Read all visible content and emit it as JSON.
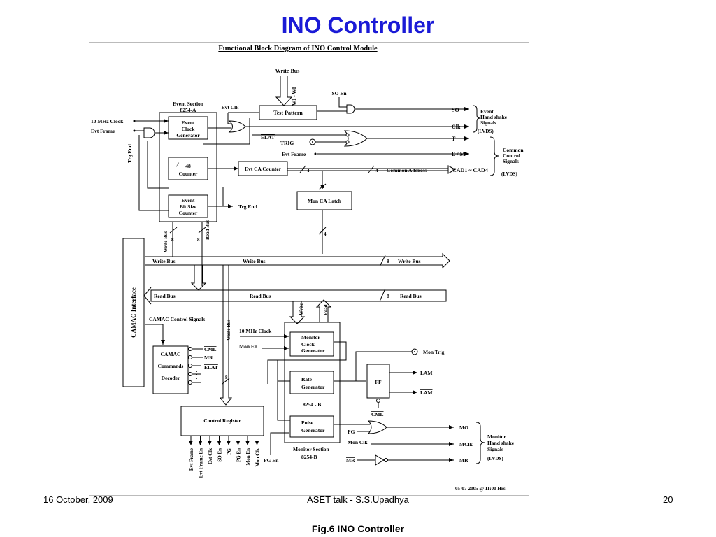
{
  "slide": {
    "title": "INO Controller",
    "footer_date": "16 October, 2009",
    "footer_talk": "ASET talk -  S.S.Upadhya",
    "footer_page": "20",
    "caption": "Fig.6  INO Controller"
  },
  "diagram": {
    "heading": "Functional  Block  Diagram  of  INO  Control  Module",
    "date_stamp": "05-07-2005  @  11:00  Hrs.",
    "blocks": {
      "test_pattern": "Test Pattern",
      "event_clock_gen": [
        "Event",
        "Clock",
        "Generator"
      ],
      "counter48_line1": "48",
      "counter48_line2": "Counter",
      "evt_ca_counter": "Evt CA Counter",
      "event_bit_size": [
        "Event",
        "Bit  Size",
        "Counter"
      ],
      "mon_ca_latch": "Mon  CA  Latch",
      "camac_interface": "CAMAC  Interface",
      "camac_decoder": [
        "CAMAC",
        "Commands",
        "Decoder"
      ],
      "control_register": "Control  Register",
      "monitor_clock_gen": [
        "Monitor",
        "Clock",
        "Generator"
      ],
      "rate_generator": [
        "Rate",
        "Generator"
      ],
      "pulse_generator": [
        "Pulse",
        "Generator"
      ],
      "ff": "FF"
    },
    "labels": {
      "write_bus_top": "Write Bus",
      "w1_w8": "W1 - W8",
      "so_en": "SO En",
      "event_section": "Event Section",
      "event_section_chip": "8254-A",
      "evt_clk": "Evt  Clk",
      "clock_10mhz": "10 MHz  Clock",
      "evt_frame": "Evt  Frame",
      "trg_end_vertical": "Trg  End",
      "elat": "ELAT",
      "trig": "TRIG",
      "evt_frame_mid": "Evt Frame",
      "bus_width_4": "4",
      "common_address": "Common Address",
      "trg_end": "Trg  End",
      "so": "SO",
      "clk": "Clk",
      "t": "T",
      "e_m": "E / M",
      "cad": "CAD1 ~ CAD4",
      "event_handshake": [
        "Event",
        "Hand shake",
        "Signals"
      ],
      "lvds": "(LVDS)",
      "common_control": [
        "Common",
        "Control",
        "Signals"
      ],
      "write_bus_v": "Write Bus",
      "read_bus_v": "Read Bus",
      "num_8": "8",
      "write_bus": "Write Bus",
      "read_bus": "Read Bus",
      "camac_control_signals": "CAMAC Control Signals",
      "write_v": "Write",
      "read_v": "Read",
      "cml": "CML",
      "mr": "MR",
      "elat2": "ELAT",
      "mon_en": "Mon En",
      "chip_8254b": "8254 - B",
      "mon_trig": "Mon Trig",
      "lam": "LAM",
      "pg": "PG",
      "mon_clk": "Mon Clk",
      "mo": "MO",
      "mclk": "MClk",
      "monitor_handshake": [
        "Monitor",
        "Hand shake",
        "Signals"
      ],
      "monitor_section": "Monitor Section",
      "monitor_section_chip": "8254-B",
      "pg_en": "PG En"
    },
    "control_outputs": [
      "Evt Frame",
      "Evt Frame En",
      "Evt Clk",
      "SO En",
      "PG",
      "PG En",
      "Mon En",
      "Mon Clk"
    ]
  }
}
